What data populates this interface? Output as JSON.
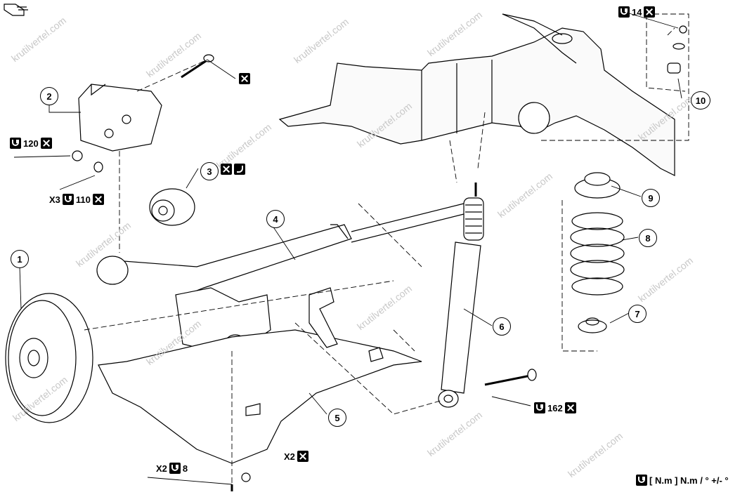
{
  "callouts": [
    "1",
    "2",
    "3",
    "4",
    "5",
    "6",
    "7",
    "8",
    "9",
    "10"
  ],
  "labels": {
    "torque_14": "14",
    "torque_120": "120",
    "torque_110_prefix": "X3",
    "torque_110": "110",
    "torque_162": "162",
    "torque_8_prefix": "X2",
    "torque_8": "8",
    "x2_label": "X2"
  },
  "legend": {
    "units": "[ N.m ] N.m / ° +/- °"
  },
  "watermark": "krutilvertel.com",
  "icons": [
    "torque-wrench-icon",
    "replace-part-icon",
    "lubricate-icon"
  ]
}
